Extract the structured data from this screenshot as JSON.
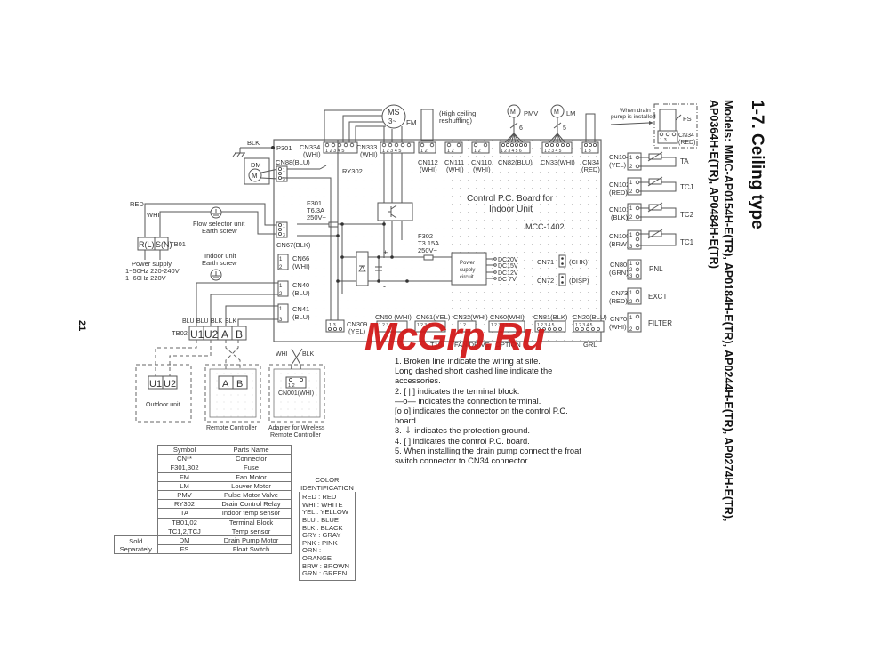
{
  "header": {
    "section_title": "1-7.  Ceiling type",
    "models_line1": "Models: MMC-AP0154H-E(TR), AP0184H-E(TR), AP0244H-E(TR), AP0274H-E(TR),",
    "models_line2": "AP0364H-E(TR), AP0484H-E(TR)",
    "page_number": "21"
  },
  "board": {
    "title_line1": "Control P.C. Board for",
    "title_line2": "Indoor Unit",
    "model": "MCC-1402",
    "p301": "P301",
    "blk": "BLK",
    "ry302": "RY302",
    "f301": [
      "F301",
      "T6.3A",
      "250V~"
    ],
    "f302": [
      "F302",
      "T3.15A",
      "250V~"
    ],
    "psu": [
      "Power",
      "supply",
      "circuit"
    ],
    "dc_outputs": [
      "DC20V",
      "DC15V",
      "DC12V",
      "DC  7V"
    ],
    "cn71": "CN71",
    "cn71_tag": "(CHK)",
    "cn72": "CN72",
    "cn72_tag": "(DISP)",
    "plus": "+",
    "minus": "-"
  },
  "top_connectors": [
    {
      "name": "CN334",
      "color": "(WHI)",
      "pins": "1 2 3 4 5"
    },
    {
      "name": "CN333",
      "color": "(WHI)",
      "pins": "1 2 3 4 5"
    },
    {
      "name": "CN112",
      "color": "(WHI)",
      "pins": "1  2"
    },
    {
      "name": "CN111",
      "color": "(WHI)",
      "pins": "1  2"
    },
    {
      "name": "CN110",
      "color": "(WHI)",
      "pins": "1  2"
    },
    {
      "name": "CN82(BLU)",
      "color": "",
      "pins": "1 2 3 4 5 6"
    },
    {
      "name": "CN33(WHI)",
      "color": "",
      "pins": "1 2 3 4 5"
    },
    {
      "name": "CN34",
      "color": "(RED)",
      "pins": "1  3"
    }
  ],
  "top_devices": {
    "fan_motor": {
      "label": "MS",
      "sub": "3~",
      "tag": "FM"
    },
    "high_ceiling": [
      "(High ceiling",
      "reshuffling)"
    ],
    "pmv": {
      "label": "M",
      "tag": "PMV",
      "wires": "6"
    },
    "lm": {
      "label": "M",
      "tag": "LM",
      "wires": "5"
    },
    "drain_note": [
      "When drain",
      "pump is installed"
    ],
    "fs": {
      "tag": "FS",
      "connector": "CN34",
      "color": "(RED)",
      "pins": "1  3"
    }
  },
  "right_connectors": [
    {
      "name": "CN104",
      "color": "(YEL)",
      "pins": [
        "1",
        "2"
      ],
      "sensor": "TA"
    },
    {
      "name": "CN102",
      "color": "(RED)",
      "pins": [
        "1",
        "2"
      ],
      "sensor": "TCJ"
    },
    {
      "name": "CN101",
      "color": "(BLK)",
      "pins": [
        "1",
        "2"
      ],
      "sensor": "TC2"
    },
    {
      "name": "CN100",
      "color": "(BRW)",
      "pins": [
        "1",
        "",
        "3"
      ],
      "sensor": "TC1"
    },
    {
      "name": "CN80",
      "color": "(GRN)",
      "pins": [
        "1",
        "2",
        "3"
      ],
      "sensor": "PNL"
    },
    {
      "name": "CN73",
      "color": "(RED)",
      "pins": [
        "1",
        "2"
      ],
      "sensor": "EXCT"
    },
    {
      "name": "CN70",
      "color": "(WHI)",
      "pins": [
        "1",
        "2"
      ],
      "sensor": "FILTER"
    }
  ],
  "left_connectors": [
    {
      "name": "CN88(BLU)",
      "pins": [
        "1",
        "3"
      ]
    },
    {
      "name": "CN67(BLK)",
      "pins": [
        "1",
        "3"
      ]
    },
    {
      "name": "CN66",
      "color": "(WHI)",
      "pins": [
        "1",
        "2"
      ]
    },
    {
      "name": "CN40",
      "color": "(BLU)",
      "pins": [
        "1",
        "2"
      ]
    },
    {
      "name": "CN41",
      "color": "(BLU)",
      "pins": [
        "1",
        "3"
      ]
    }
  ],
  "bottom_connectors": [
    {
      "name": "CN309",
      "color": "(YEL)",
      "pins": "1  3"
    },
    {
      "name": "CN50 (WHI)",
      "pins": "1 2 3 4 5"
    },
    {
      "name": "CN61(YEL)",
      "pins": "1 2 3 4 5"
    },
    {
      "name": "CN32(WHI)",
      "pins": "1  2"
    },
    {
      "name": "CN60(WHI)",
      "pins": "1 2 3 4 5 6"
    },
    {
      "name": "CN81(BLK)",
      "pins": "1 2 3 4 5"
    },
    {
      "name": "CN20(BLU)",
      "pins": "1 2 3 4 5"
    }
  ],
  "bottom_labels": [
    "T10",
    "FAN DRIVE",
    "OPTION",
    "GRL"
  ],
  "left_side": {
    "dm": {
      "label": "DM",
      "motor": "M"
    },
    "red": "RED",
    "whi": "WHI",
    "tb01": {
      "terminals": [
        "R(L)",
        "S(N)"
      ],
      "label": "TB01"
    },
    "power_supply": [
      "Power supply",
      "1~50Hz 220-240V",
      "1~60Hz 220V"
    ],
    "flow_selector": [
      "Flow selector unit",
      "Earth screw"
    ],
    "indoor_earth": [
      "Indoor unit",
      "Earth screw"
    ],
    "tb02": {
      "label": "TB02",
      "wire_colors": [
        "BLU",
        "BLU",
        "BLK",
        "BLK"
      ],
      "terminals": [
        "U1",
        "U2",
        "A",
        "B"
      ]
    }
  },
  "external_units": {
    "outdoor": {
      "terminals": [
        "U1",
        "U2"
      ],
      "label": "Outdoor unit"
    },
    "remote": {
      "terminals": [
        "A",
        "B"
      ],
      "label": "Remote Controller"
    },
    "wireless": {
      "wire_left": "WHI",
      "wire_right": "BLK",
      "connector": "CN001(WHI)",
      "pins": "1  2",
      "label_line1": "Adapter for Wireless",
      "label_line2": "Remote Controller"
    }
  },
  "notes": [
    "1. Broken line indicate the wiring at site.",
    "    Long dashed short dashed line indicate the",
    "    accessories.",
    "2. [  |  ] indicates the terminal block.",
    "    —o— indicates the connection terminal.",
    "    [o o] indicates the connector on the control P.C.",
    "    board.",
    "3. ⏚ indicates the protection ground.",
    "4. [        ] indicates the control P.C. board.",
    "5. When installing the drain pump connect the froat",
    "    switch connector to CN34 connector."
  ],
  "parts_table": {
    "headers": [
      "Symbol",
      "Parts Name"
    ],
    "rows": [
      {
        "group": "",
        "symbol": "CN**",
        "name": "Connector"
      },
      {
        "group": "",
        "symbol": "F301,302",
        "name": "Fuse"
      },
      {
        "group": "",
        "symbol": "FM",
        "name": "Fan Motor"
      },
      {
        "group": "",
        "symbol": "LM",
        "name": "Louver Motor"
      },
      {
        "group": "",
        "symbol": "PMV",
        "name": "Pulse Motor Valve"
      },
      {
        "group": "",
        "symbol": "RY302",
        "name": "Drain Control Relay"
      },
      {
        "group": "",
        "symbol": "TA",
        "name": "Indoor temp sensor"
      },
      {
        "group": "",
        "symbol": "TB01,02",
        "name": "Terminal Block"
      },
      {
        "group": "",
        "symbol": "TC1,2,TCJ",
        "name": "Temp sensor"
      },
      {
        "group": "Sold Separately",
        "symbol": "DM",
        "name": "Drain Pump Motor"
      },
      {
        "group": "",
        "symbol": "FS",
        "name": "Float Switch"
      }
    ]
  },
  "color_identification": {
    "title_line1": "COLOR",
    "title_line2": "IDENTIFICATION",
    "items": [
      "RED : RED",
      "WHI : WHITE",
      "YEL : YELLOW",
      "BLU : BLUE",
      "BLK : BLACK",
      "GRY : GRAY",
      "PNK : PINK",
      "ORN : ORANGE",
      "BRW : BROWN",
      "GRN : GREEN"
    ]
  },
  "watermark": "McGrp.Ru"
}
